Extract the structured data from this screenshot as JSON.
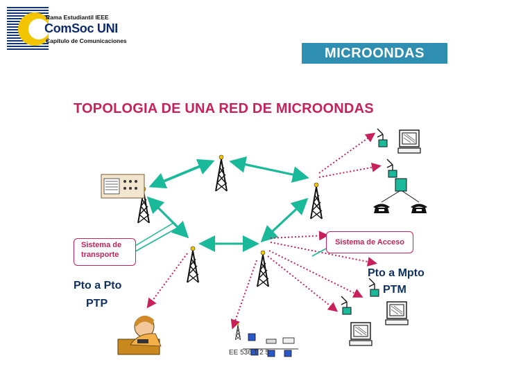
{
  "logo": {
    "line1": "Rama Estudiantil IEEE",
    "line2": "ComSoc UNI",
    "line3": "Capítulo de Comunicaciones"
  },
  "slide": {
    "title": "MICROONDAS",
    "subtitle": "TOPOLOGIA  DE UNA RED DE MICROONDAS"
  },
  "labels": {
    "transport": "Sistema de transporte",
    "access": "Sistema de Acceso",
    "ptp": "Pto a Pto",
    "ptp_abbr": "PTP",
    "ptm": "Pto a Mpto",
    "ptm_abbr": "PTM",
    "footer": "EE 536  T  2 5"
  },
  "colors": {
    "title_bar": "#2f8fb0",
    "accent": "#c8205a",
    "network_link": "#1ab99a",
    "access_link": "#c8205a",
    "label_text": "#0e3160"
  }
}
